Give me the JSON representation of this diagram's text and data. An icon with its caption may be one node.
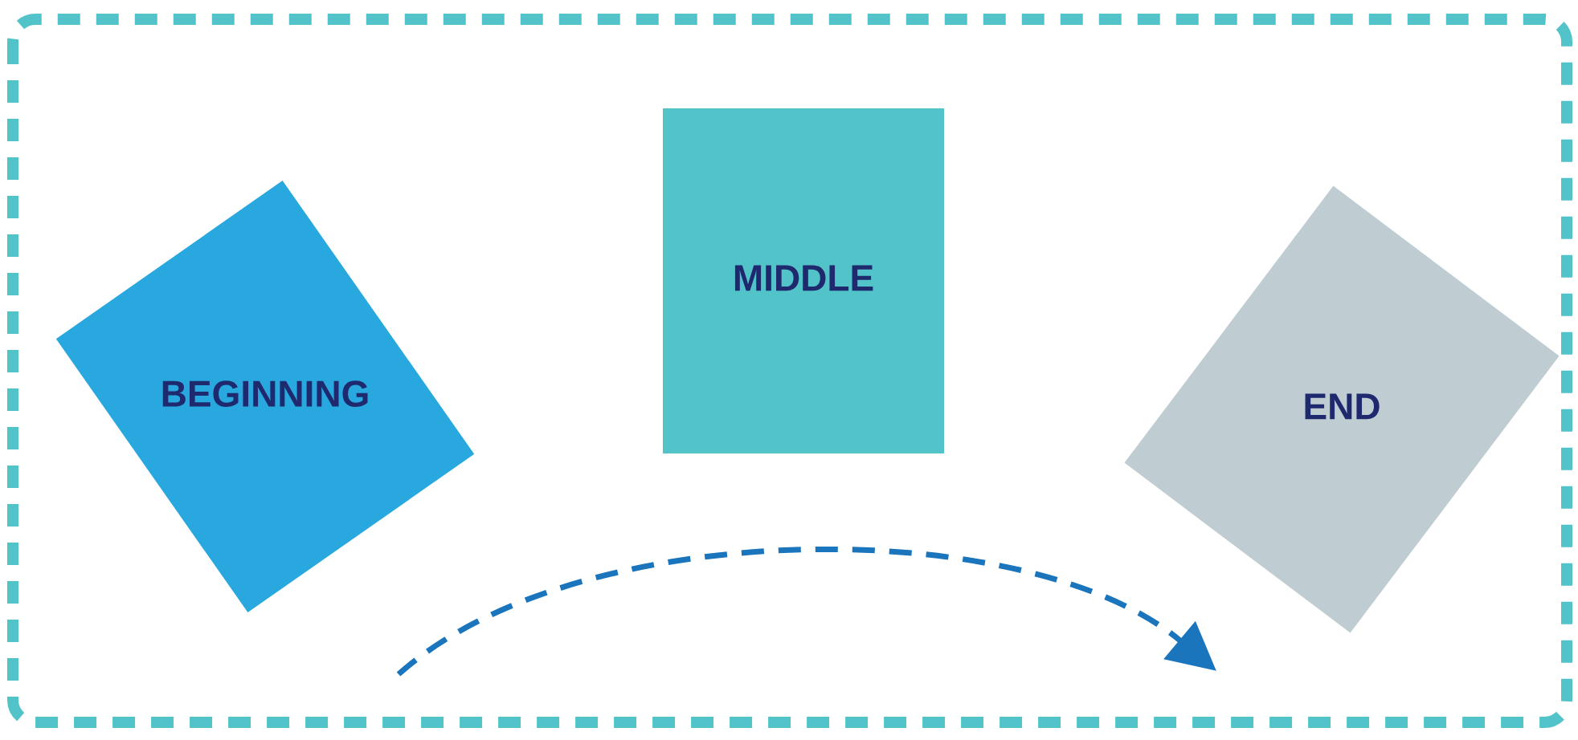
{
  "diagram": {
    "nodes": [
      {
        "text": [
          "BEGINNING"
        ]
      },
      {
        "text": [
          "MIDDLE"
        ]
      },
      {
        "text": [
          "END"
        ]
      }
    ]
  }
}
